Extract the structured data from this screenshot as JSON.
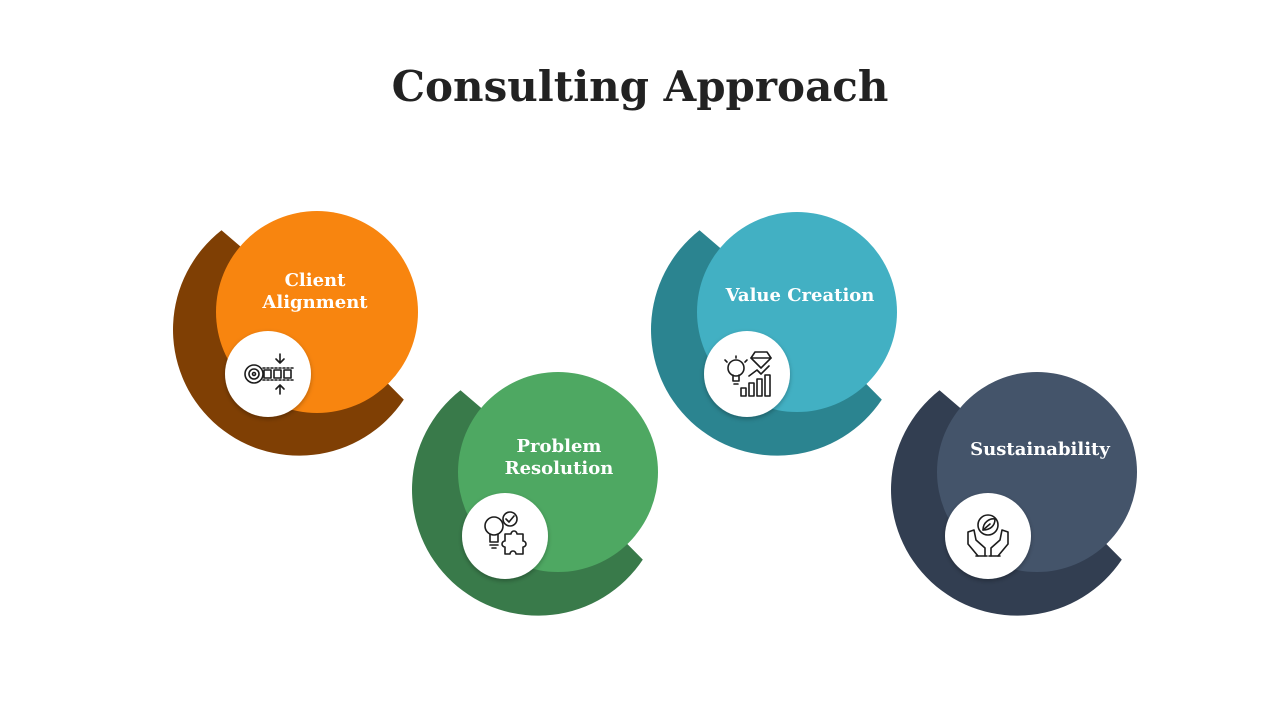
{
  "title": "Consulting Approach",
  "steps": [
    {
      "label_lines": [
        "Client",
        "Alignment"
      ],
      "icon": "process-alignment-icon",
      "color": "#F8850F",
      "dark": "#7F3F04"
    },
    {
      "label_lines": [
        "Problem",
        "Resolution"
      ],
      "icon": "idea-puzzle-icon",
      "color": "#4EA862",
      "dark": "#397A4A"
    },
    {
      "label_lines": [
        "Value Creation"
      ],
      "icon": "idea-diamond-growth-icon",
      "color": "#42B0C3",
      "dark": "#2B8490"
    },
    {
      "label_lines": [
        "Sustainability"
      ],
      "icon": "hands-leaf-icon",
      "color": "#44546A",
      "dark": "#323E51"
    }
  ]
}
